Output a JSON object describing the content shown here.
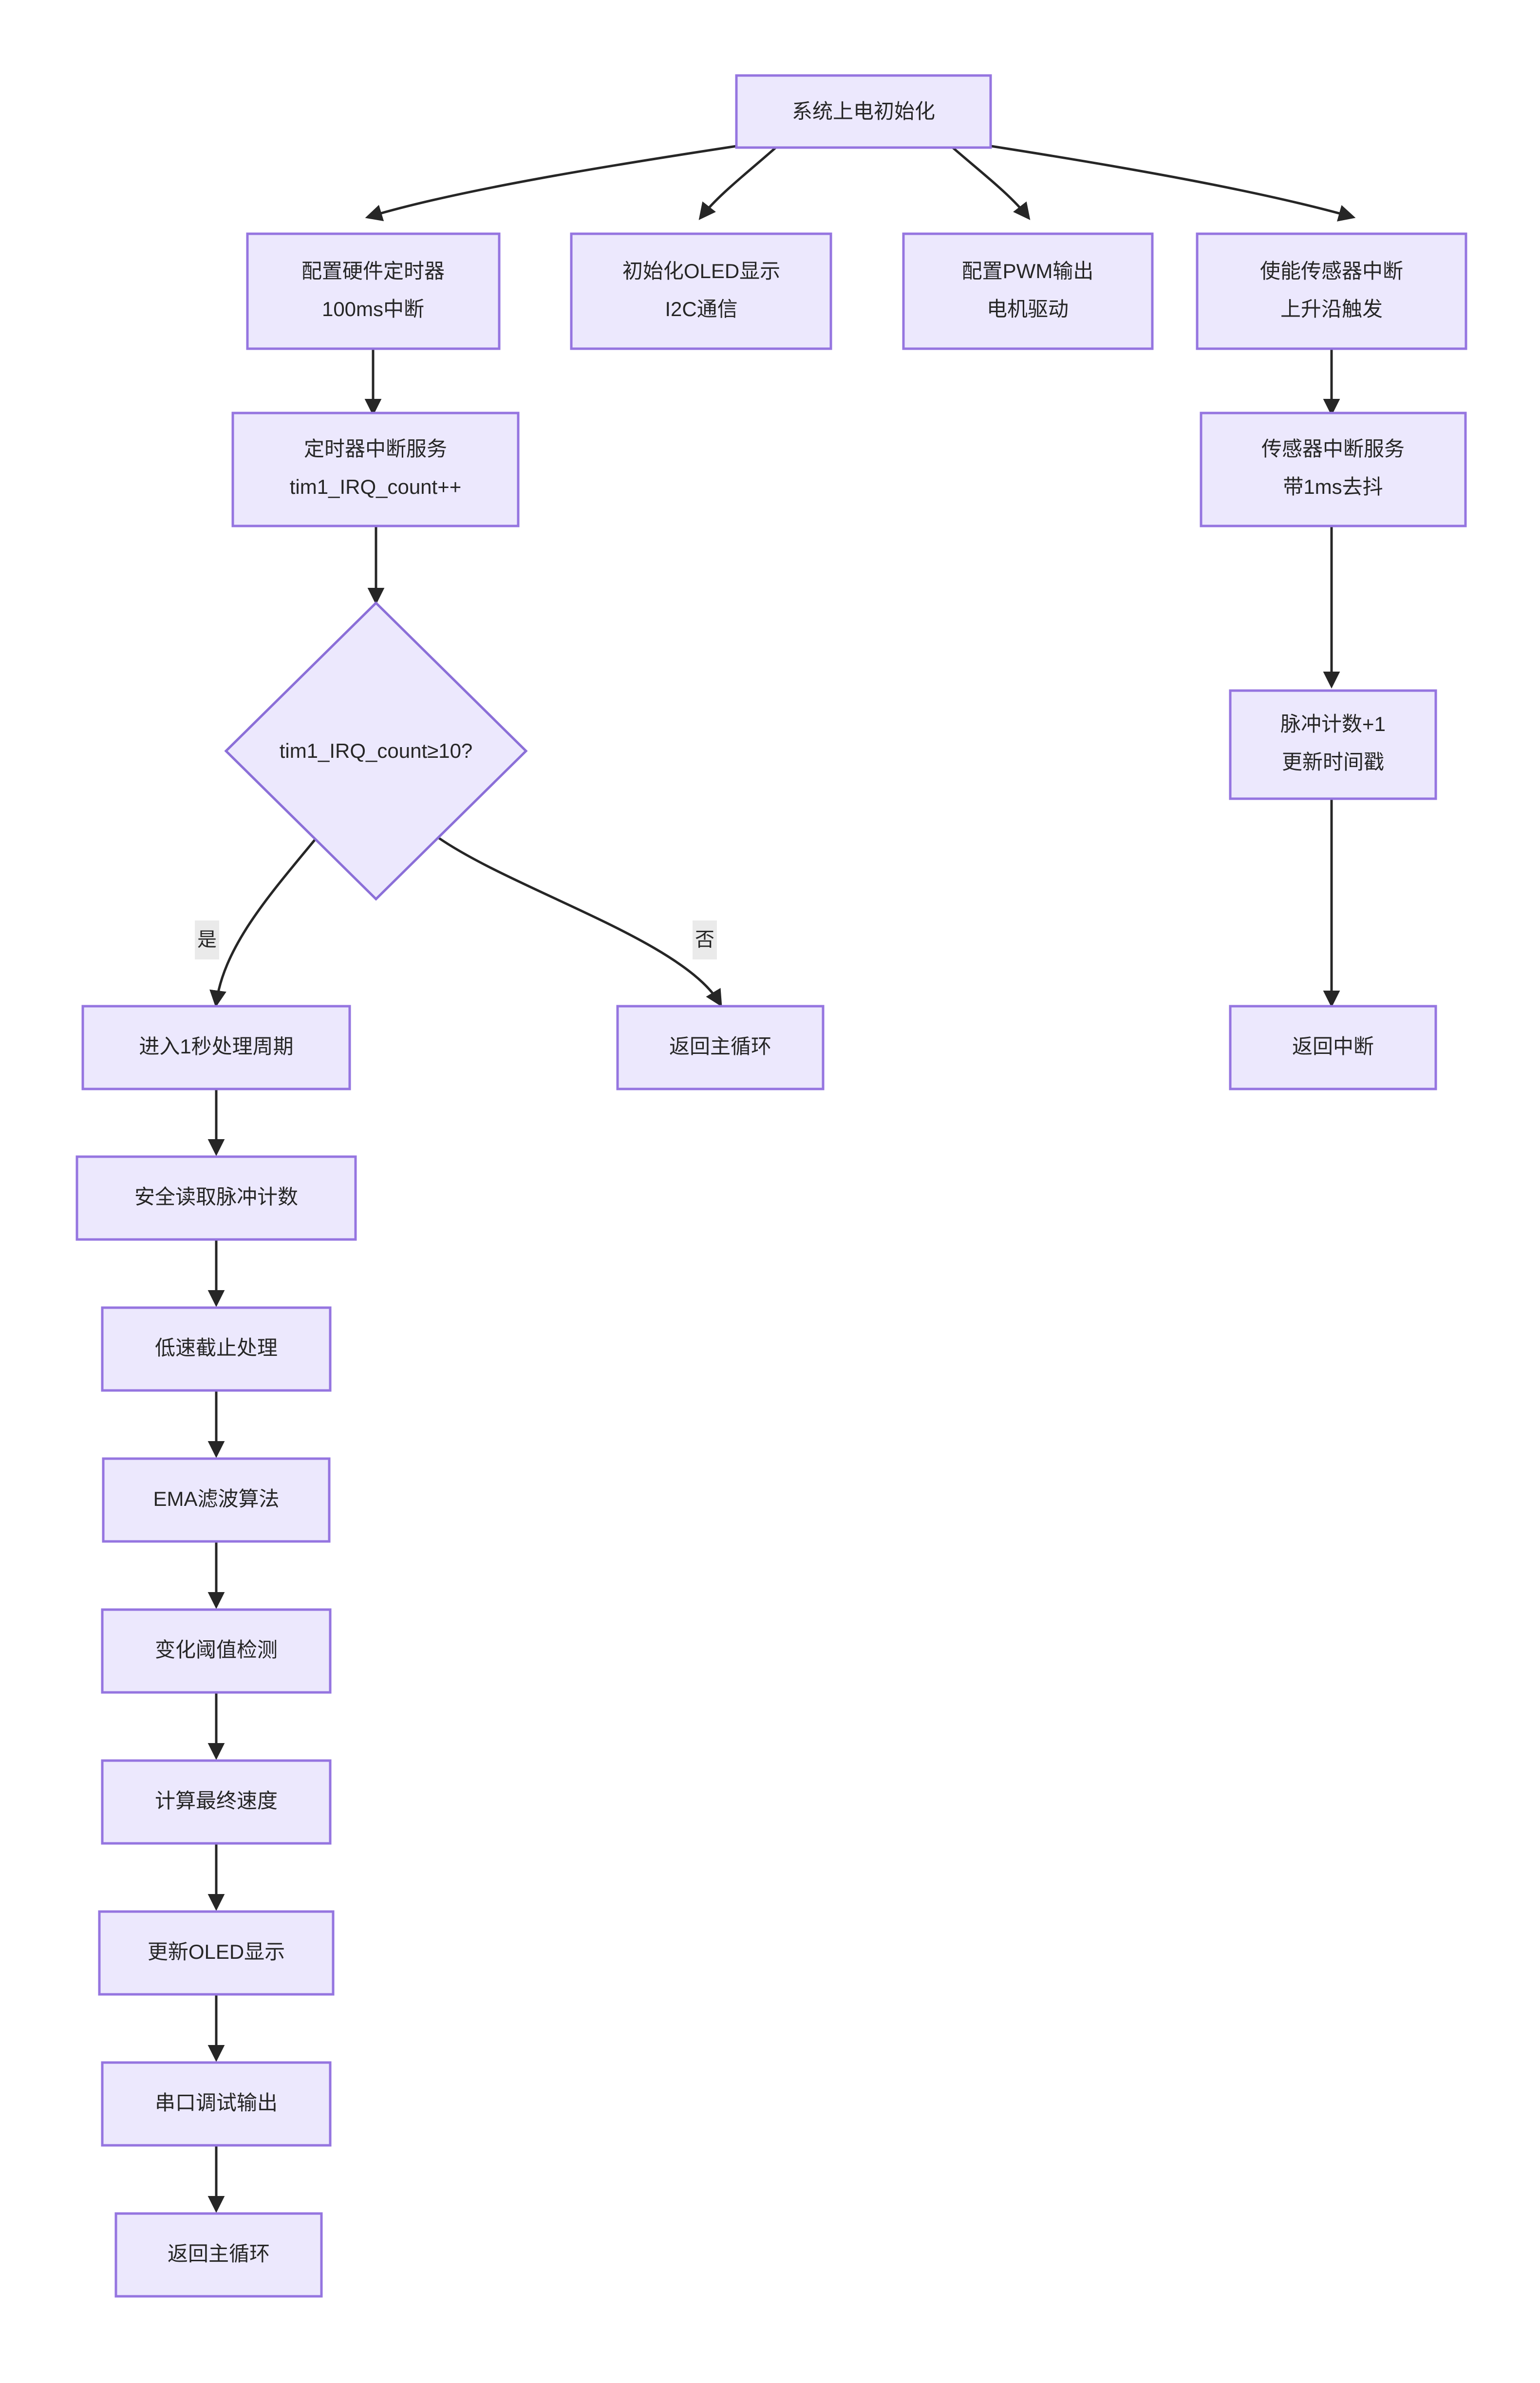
{
  "diagram": {
    "type": "flowchart",
    "orientation": "top-down",
    "theme": {
      "node_fill": "#ECE8FD",
      "node_border": "#9575E0",
      "edge_color": "#262626",
      "text_color": "#262626",
      "edge_label_bg": "#EAEAEA",
      "background": "#ffffff"
    },
    "nodes": [
      {
        "id": "start",
        "shape": "rect",
        "lines": [
          "系统上电初始化"
        ]
      },
      {
        "id": "cfg_timer",
        "shape": "rect",
        "lines": [
          "配置硬件定时器",
          "100ms中断"
        ]
      },
      {
        "id": "init_oled",
        "shape": "rect",
        "lines": [
          "初始化OLED显示",
          "I2C通信"
        ]
      },
      {
        "id": "cfg_pwm",
        "shape": "rect",
        "lines": [
          "配置PWM输出",
          "电机驱动"
        ]
      },
      {
        "id": "en_sensor",
        "shape": "rect",
        "lines": [
          "使能传感器中断",
          "上升沿触发"
        ]
      },
      {
        "id": "timer_isr",
        "shape": "rect",
        "lines": [
          "定时器中断服务",
          "tim1_IRQ_count++"
        ]
      },
      {
        "id": "sensor_isr",
        "shape": "rect",
        "lines": [
          "传感器中断服务",
          "带1ms去抖"
        ]
      },
      {
        "id": "decision",
        "shape": "diamond",
        "lines": [
          "tim1_IRQ_count≥10?"
        ]
      },
      {
        "id": "pulse_inc",
        "shape": "rect",
        "lines": [
          "脉冲计数+1",
          "更新时间戳"
        ]
      },
      {
        "id": "enter_1s",
        "shape": "rect",
        "lines": [
          "进入1秒处理周期"
        ]
      },
      {
        "id": "ret_main_no",
        "shape": "rect",
        "lines": [
          "返回主循环"
        ]
      },
      {
        "id": "ret_isr",
        "shape": "rect",
        "lines": [
          "返回中断"
        ]
      },
      {
        "id": "safe_read",
        "shape": "rect",
        "lines": [
          "安全读取脉冲计数"
        ]
      },
      {
        "id": "low_cutoff",
        "shape": "rect",
        "lines": [
          "低速截止处理"
        ]
      },
      {
        "id": "ema_filter",
        "shape": "rect",
        "lines": [
          "EMA滤波算法"
        ]
      },
      {
        "id": "threshold",
        "shape": "rect",
        "lines": [
          "变化阈值检测"
        ]
      },
      {
        "id": "calc_speed",
        "shape": "rect",
        "lines": [
          "计算最终速度"
        ]
      },
      {
        "id": "update_oled",
        "shape": "rect",
        "lines": [
          "更新OLED显示"
        ]
      },
      {
        "id": "uart_debug",
        "shape": "rect",
        "lines": [
          "串口调试输出"
        ]
      },
      {
        "id": "ret_main_end",
        "shape": "rect",
        "lines": [
          "返回主循环"
        ]
      }
    ],
    "edges": [
      {
        "from": "start",
        "to": "cfg_timer",
        "label": ""
      },
      {
        "from": "start",
        "to": "init_oled",
        "label": ""
      },
      {
        "from": "start",
        "to": "cfg_pwm",
        "label": ""
      },
      {
        "from": "start",
        "to": "en_sensor",
        "label": ""
      },
      {
        "from": "cfg_timer",
        "to": "timer_isr",
        "label": ""
      },
      {
        "from": "en_sensor",
        "to": "sensor_isr",
        "label": ""
      },
      {
        "from": "timer_isr",
        "to": "decision",
        "label": ""
      },
      {
        "from": "sensor_isr",
        "to": "pulse_inc",
        "label": ""
      },
      {
        "from": "decision",
        "to": "enter_1s",
        "label": "是"
      },
      {
        "from": "decision",
        "to": "ret_main_no",
        "label": "否"
      },
      {
        "from": "pulse_inc",
        "to": "ret_isr",
        "label": ""
      },
      {
        "from": "enter_1s",
        "to": "safe_read",
        "label": ""
      },
      {
        "from": "safe_read",
        "to": "low_cutoff",
        "label": ""
      },
      {
        "from": "low_cutoff",
        "to": "ema_filter",
        "label": ""
      },
      {
        "from": "ema_filter",
        "to": "threshold",
        "label": ""
      },
      {
        "from": "threshold",
        "to": "calc_speed",
        "label": ""
      },
      {
        "from": "calc_speed",
        "to": "update_oled",
        "label": ""
      },
      {
        "from": "update_oled",
        "to": "uart_debug",
        "label": ""
      },
      {
        "from": "uart_debug",
        "to": "ret_main_end",
        "label": ""
      }
    ],
    "labels": {
      "start_title": "系统上电初始化",
      "cfg_timer_l1": "配置硬件定时器",
      "cfg_timer_l2": "100ms中断",
      "init_oled_l1": "初始化OLED显示",
      "init_oled_l2": "I2C通信",
      "cfg_pwm_l1": "配置PWM输出",
      "cfg_pwm_l2": "电机驱动",
      "en_sensor_l1": "使能传感器中断",
      "en_sensor_l2": "上升沿触发",
      "timer_isr_l1": "定时器中断服务",
      "timer_isr_l2": "tim1_IRQ_count++",
      "sensor_isr_l1": "传感器中断服务",
      "sensor_isr_l2": "带1ms去抖",
      "decision_text": "tim1_IRQ_count≥10?",
      "pulse_inc_l1": "脉冲计数+1",
      "pulse_inc_l2": "更新时间戳",
      "enter_1s": "进入1秒处理周期",
      "ret_main_no": "返回主循环",
      "ret_isr": "返回中断",
      "safe_read": "安全读取脉冲计数",
      "low_cutoff": "低速截止处理",
      "ema_filter": "EMA滤波算法",
      "threshold": "变化阈值检测",
      "calc_speed": "计算最终速度",
      "update_oled": "更新OLED显示",
      "uart_debug": "串口调试输出",
      "ret_main_end": "返回主循环",
      "yes_label": "是",
      "no_label": "否"
    }
  }
}
